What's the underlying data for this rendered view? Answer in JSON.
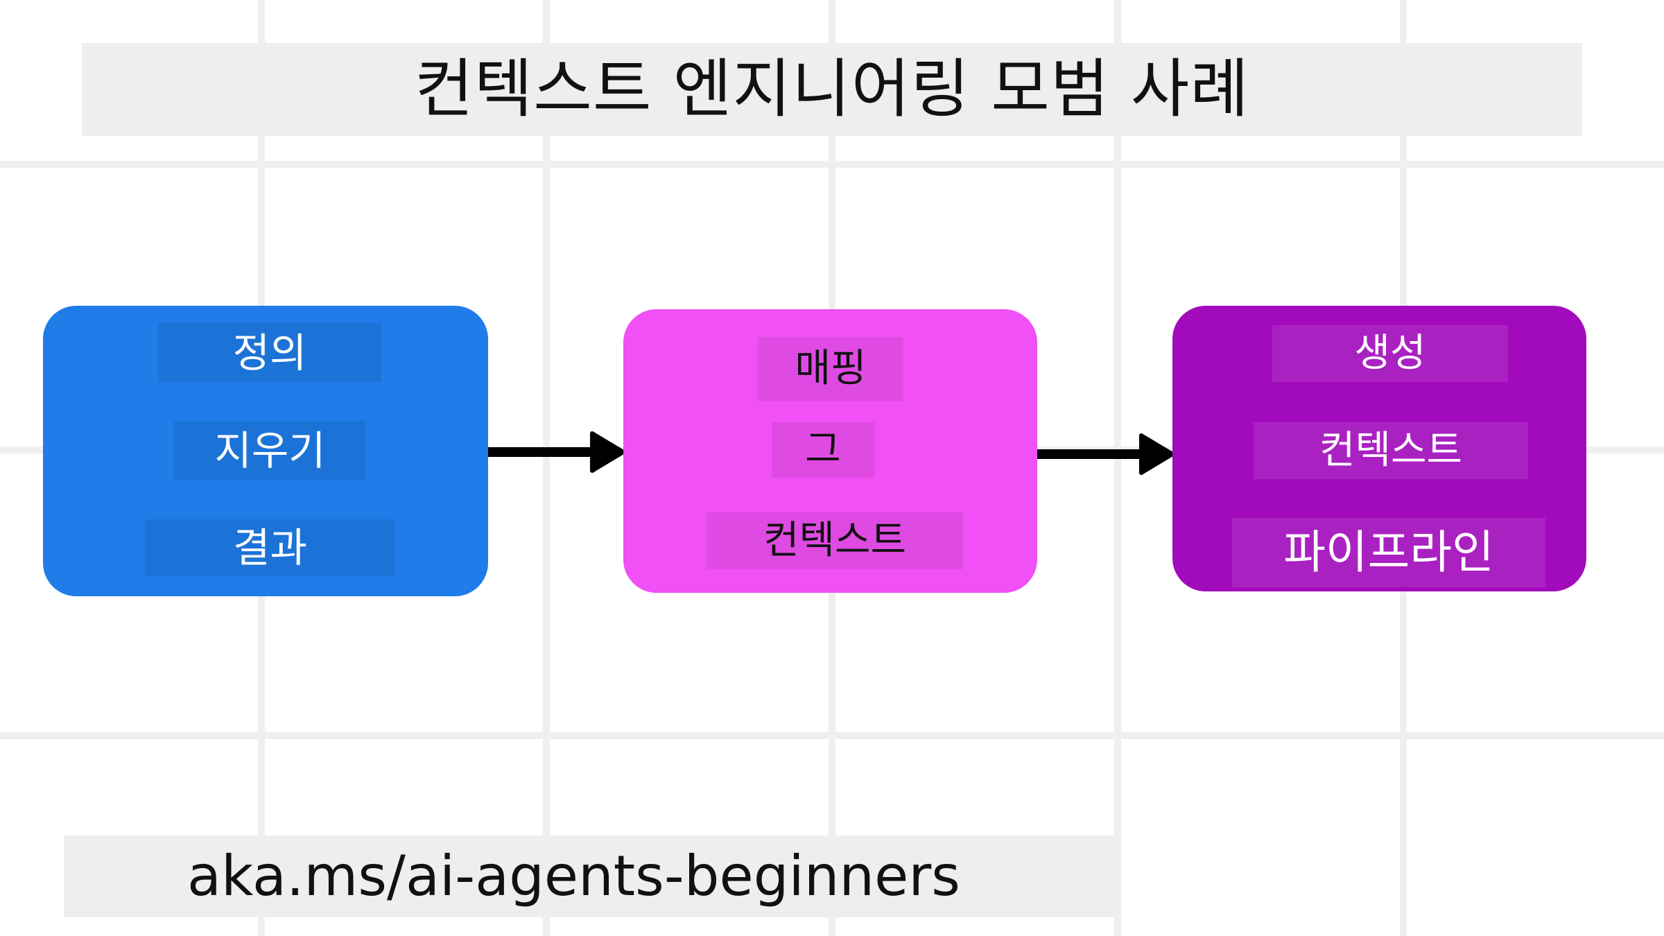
{
  "title": "컨텍스트 엔지니어링 모범 사례",
  "colors": {
    "box1": "#1f7ce8",
    "box2": "#f050f5",
    "box3": "#a20bbc",
    "arrow": "#000000",
    "grid": "#efefef"
  },
  "flow": {
    "box1": {
      "items": [
        "정의",
        "지우기",
        "결과"
      ]
    },
    "box2": {
      "items": [
        "매핑",
        "그",
        "컨텍스트"
      ]
    },
    "box3": {
      "items": [
        "생성",
        "컨텍스트",
        "파이프라인"
      ]
    }
  },
  "footer": {
    "url": "aka.ms/ai-agents-beginners"
  }
}
